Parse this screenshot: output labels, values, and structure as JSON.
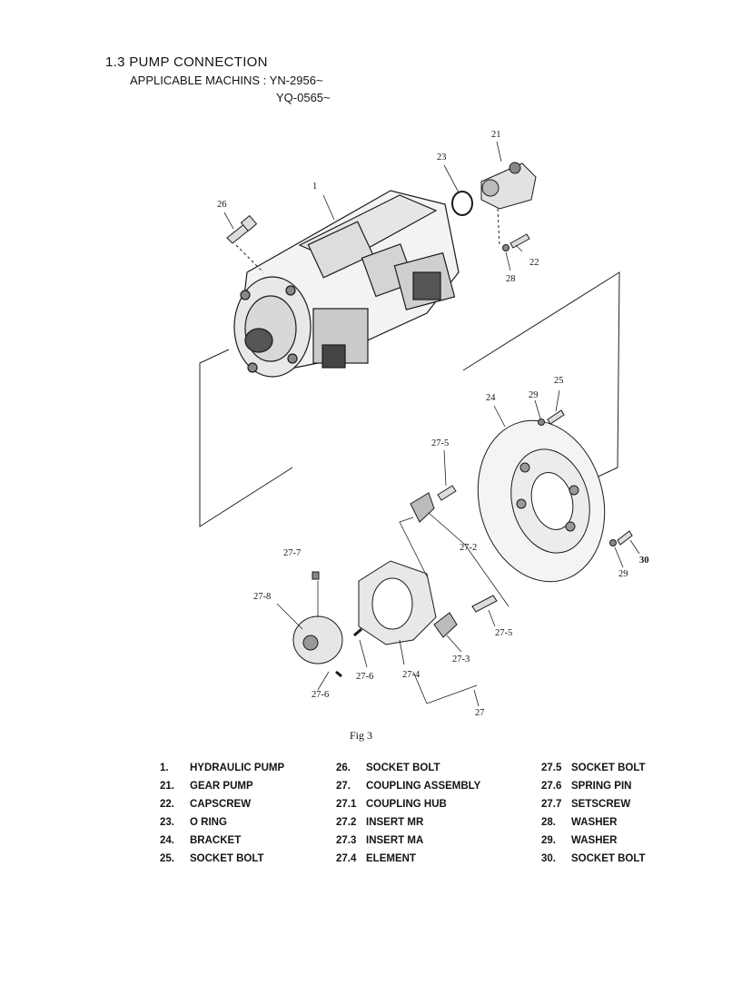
{
  "header": {
    "title": "1.3 PUMP CONNECTION",
    "applicable": "APPLICABLE MACHINS : YN-2956~",
    "applicable2": "YQ-0565~"
  },
  "figure": {
    "caption": "Fig 3",
    "callouts": {
      "c1": "1",
      "c21": "21",
      "c22": "22",
      "c23": "23",
      "c24": "24",
      "c25": "25",
      "c26": "26",
      "c28": "28",
      "c29a": "29",
      "c29b": "29",
      "c30": "30",
      "c27": "27",
      "c27_2": "27-2",
      "c27_3": "27-3",
      "c27_4": "27-4",
      "c27_5a": "27-5",
      "c27_5b": "27-5",
      "c27_6a": "27-6",
      "c27_6b": "27-6",
      "c27_7": "27-7",
      "c27_8": "27-8"
    }
  },
  "legend": {
    "col1": [
      {
        "num": "1.",
        "name": "HYDRAULIC PUMP"
      },
      {
        "num": "21.",
        "name": "GEAR PUMP"
      },
      {
        "num": "22.",
        "name": "CAPSCREW"
      },
      {
        "num": "23.",
        "name": "O RING"
      },
      {
        "num": "24.",
        "name": "BRACKET"
      },
      {
        "num": "25.",
        "name": "SOCKET BOLT"
      }
    ],
    "col2": [
      {
        "num": "26.",
        "name": "SOCKET BOLT"
      },
      {
        "num": "27.",
        "name": "COUPLING ASSEMBLY"
      },
      {
        "num": "27.1",
        "name": "COUPLING HUB"
      },
      {
        "num": "27.2",
        "name": "INSERT MR"
      },
      {
        "num": "27.3",
        "name": "INSERT MA"
      },
      {
        "num": "27.4",
        "name": "ELEMENT"
      }
    ],
    "col3": [
      {
        "num": "27.5",
        "name": "SOCKET BOLT"
      },
      {
        "num": "27.6",
        "name": "SPRING PIN"
      },
      {
        "num": "27.7",
        "name": "SETSCREW"
      },
      {
        "num": "28.",
        "name": "WASHER"
      },
      {
        "num": "29.",
        "name": "WASHER"
      },
      {
        "num": "30.",
        "name": "SOCKET BOLT"
      }
    ]
  }
}
